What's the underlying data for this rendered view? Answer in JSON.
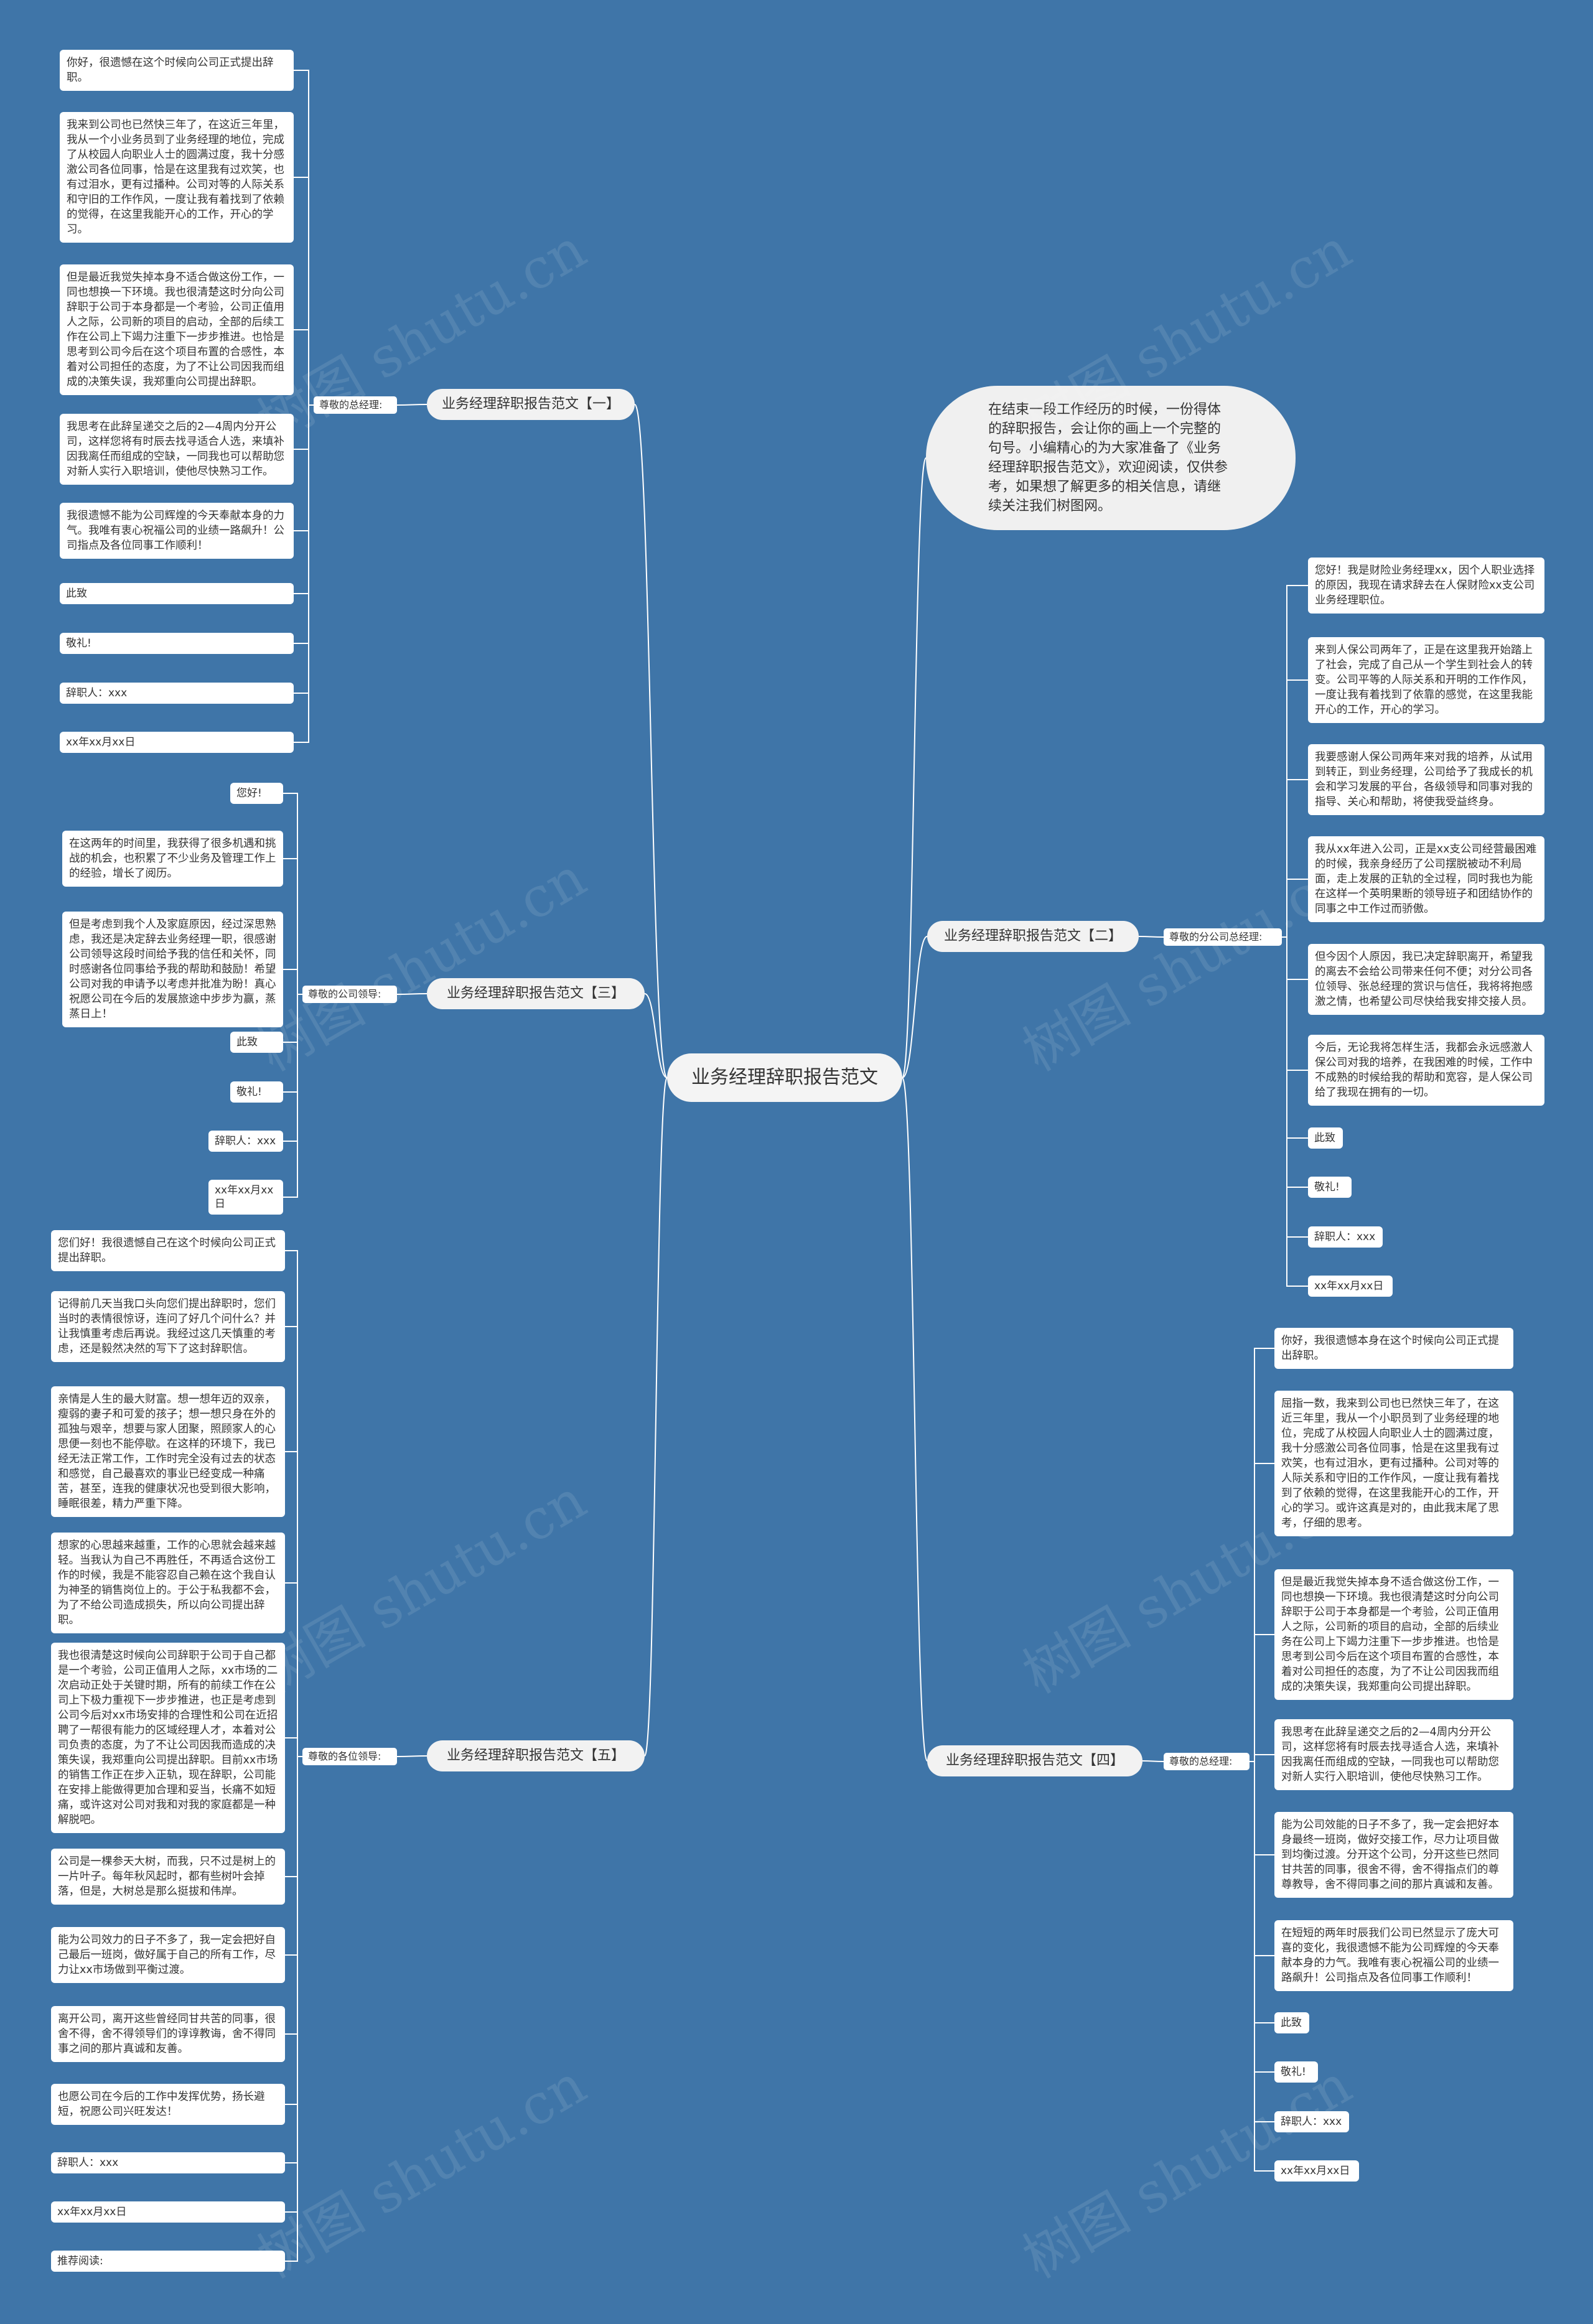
{
  "title": "业务经理辞职报告范文",
  "intro": "在结束一段工作经历的时候，一份得体的辞职报告，会让你的画上一个完整的句号。小编精心的为大家准备了《业务经理辞职报告范文》，欢迎阅读，仅供参考，如果想了解更多的相关信息，请继续关注我们树图网。",
  "watermark": "树图 shutu.cn",
  "branches": [
    {
      "label": "业务经理辞职报告范文【一】",
      "salutation": "尊敬的总经理:",
      "items": [
        "你好，很遗憾在这个时候向公司正式提出辞职。",
        "我来到公司也已然快三年了，在这近三年里，我从一个小业务员到了业务经理的地位，完成了从校园人向职业人士的圆满过度，我十分感激公司各位同事，恰是在这里我有过欢笑，也有过泪水，更有过播种。公司对等的人际关系和守旧的工作作风，一度让我有着找到了依赖的觉得，在这里我能开心的工作，开心的学习。",
        "但是最近我觉失掉本身不适合做这份工作，一同也想换一下环境。我也很清楚这时分向公司辞职于公司于本身都是一个考验，公司正值用人之际，公司新的项目的启动，全部的后续工作在公司上下竭力注重下一步步推进。也恰是思考到公司今后在这个项目布置的合感性，本着对公司担任的态度，为了不让公司因我而组成的决策失误，我郑重向公司提出辞职。",
        "我思考在此辞呈递交之后的2—4周内分开公司，这样您将有时辰去找寻适合人选，来填补因我离任而组成的空缺，一同我也可以帮助您对新人实行入职培训，使他尽快熟习工作。",
        "我很遗憾不能为公司辉煌的今天奉献本身的力气。我唯有衷心祝福公司的业绩一路飙升！公司指点及各位同事工作顺利！",
        "此致",
        "敬礼!",
        "辞职人：xxx",
        "xx年xx月xx日"
      ]
    },
    {
      "label": "业务经理辞职报告范文【三】",
      "salutation": "尊敬的公司领导:",
      "items": [
        "您好!",
        "在这两年的时间里，我获得了很多机遇和挑战的机会，也积累了不少业务及管理工作上的经验，增长了阅历。",
        "但是考虑到我个人及家庭原因，经过深思熟虑，我还是决定辞去业务经理一职，很感谢公司领导这段时间给予我的信任和关怀，同时感谢各位同事给予我的帮助和鼓励！希望公司对我的申请予以考虑并批准为盼！真心祝愿公司在今后的发展旅途中步步为赢，蒸蒸日上！",
        "此致",
        "敬礼!",
        "辞职人：xxx",
        "xx年xx月xx日"
      ]
    },
    {
      "label": "业务经理辞职报告范文【五】",
      "salutation": "尊敬的各位领导:",
      "items": [
        "您们好！我很遗憾自己在这个时候向公司正式提出辞职。",
        "记得前几天当我口头向您们提出辞职时，您们当时的表情很惊讶，连问了好几个问什么？并让我慎重考虑后再说。我经过这几天慎重的考虑，还是毅然决然的写下了这封辞职信。",
        "亲情是人生的最大财富。想一想年迈的双亲，瘦弱的妻子和可爱的孩子；想一想只身在外的孤独与艰辛，想要与家人团聚，照顾家人的心思便一刻也不能停歇。在这样的环境下，我已经无法正常工作，工作时完全没有过去的状态和感觉，自己最喜欢的事业已经变成一种痛苦，甚至，连我的健康状况也受到很大影响，睡眠很差，精力严重下降。",
        "想家的心思越来越重，工作的心思就会越来越轻。当我认为自己不再胜任，不再适合这份工作的时候，我是不能容忍自己赖在这个我自认为神圣的销售岗位上的。于公于私我都不会，为了不给公司造成损失，所以向公司提出辞职。",
        "我也很清楚这时候向公司辞职于公司于自己都是一个考验，公司正值用人之际，xx市场的二次启动正处于关键时期，所有的前续工作在公司上下极力重视下一步步推进，也正是考虑到公司今后对xx市场安排的合理性和公司在近招聘了一帮很有能力的区域经理人才，本着对公司负责的态度，为了不让公司因我而造成的决策失误，我郑重向公司提出辞职。目前xx市场的销售工作正在步入正轨，现在辞职，公司能在安排上能做得更加合理和妥当，长痛不如短痛，或许这对公司对我和对我的家庭都是一种解脱吧。",
        "公司是一棵参天大树，而我，只不过是树上的一片叶子。每年秋风起时，都有些树叶会掉落，但是，大树总是那么挺拔和伟岸。",
        "能为公司效力的日子不多了，我一定会把好自己最后一班岗，做好属于自己的所有工作，尽力让xx市场做到平衡过渡。",
        "离开公司，离开这些曾经同甘共苦的同事，很舍不得，舍不得领导们的谆谆教诲，舍不得同事之间的那片真诚和友善。",
        "也愿公司在今后的工作中发挥优势，扬长避短，祝愿公司兴旺发达！",
        "辞职人：xxx",
        "xx年xx月xx日",
        "推荐阅读:"
      ]
    },
    {
      "label": "业务经理辞职报告范文【二】",
      "salutation": "尊敬的分公司总经理:",
      "items": [
        "您好！我是财险业务经理xx，因个人职业选择的原因，我现在请求辞去在人保财险xx支公司业务经理职位。",
        "来到人保公司两年了，正是在这里我开始踏上了社会，完成了自己从一个学生到社会人的转变。公司平等的人际关系和开明的工作作风，一度让我有着找到了依靠的感觉，在这里我能开心的工作，开心的学习。",
        "我要感谢人保公司两年来对我的培养，从试用到转正，到业务经理，公司给予了我成长的机会和学习发展的平台，各级领导和同事对我的指导、关心和帮助，将使我受益终身。",
        "我从xx年进入公司，正是xx支公司经营最困难的时候，我亲身经历了公司摆脱被动不利局面，走上发展的正轨的全过程，同时我也为能在这样一个英明果断的领导班子和团结协作的同事之中工作过而骄傲。",
        "但今因个人原因，我已决定辞职离开，希望我的离去不会给公司带来任何不便；对分公司各位领导、张总经理的赏识与信任，我将将抱感激之情，也希望公司尽快给我安排交接人员。",
        "今后，无论我将怎样生活，我都会永远感激人保公司对我的培养，在我困难的时候，工作中不成熟的时候给我的帮助和宽容，是人保公司给了我现在拥有的一切。",
        "此致",
        "敬礼!",
        "辞职人：xxx",
        "xx年xx月xx日"
      ]
    },
    {
      "label": "业务经理辞职报告范文【四】",
      "salutation": "尊敬的总经理:",
      "items": [
        "你好，我很遗憾本身在这个时候向公司正式提出辞职。",
        "屈指一数，我来到公司也已然快三年了，在这近三年里，我从一个小职员到了业务经理的地位，完成了从校园人向职业人士的圆满过度，我十分感激公司各位同事，恰是在这里我有过欢笑，也有过泪水，更有过播种。公司对等的人际关系和守旧的工作作风，一度让我有着找到了依赖的觉得，在这里我能开心的工作，开心的学习。或许这真是对的，由此我末尾了思考，仔细的思考。",
        "但是最近我觉失掉本身不适合做这份工作，一同也想换一下环境。我也很清楚这时分向公司辞职于公司于本身都是一个考验，公司正值用人之际，公司新的项目的启动，全部的后续业务在公司上下竭力注重下一步步推进。也恰是思考到公司今后在这个项目布置的合感性，本着对公司担任的态度，为了不让公司因我而组成的决策失误，我郑重向公司提出辞职。",
        "我思考在此辞呈递交之后的2—4周内分开公司，这样您将有时辰去找寻适合人选，来填补因我离任而组成的空缺，一同我也可以帮助您对新人实行入职培训，使他尽快熟习工作。",
        "能为公司效能的日子不多了，我一定会把好本身最终一班岗，做好交接工作，尽力让项目做到均衡过渡。分开这个公司，分开这些已然同甘共苦的同事，很舍不得，舍不得指点们的尊尊教导，舍不得同事之间的那片真诚和友善。",
        "在短短的两年时辰我们公司已然显示了庞大可喜的变化，我很遗憾不能为公司辉煌的今天奉献本身的力气。我唯有衷心祝福公司的业绩一路飙升！公司指点及各位同事工作顺利！",
        "此致",
        "敬礼!",
        "辞职人：xxx",
        "xx年xx月xx日"
      ]
    }
  ]
}
